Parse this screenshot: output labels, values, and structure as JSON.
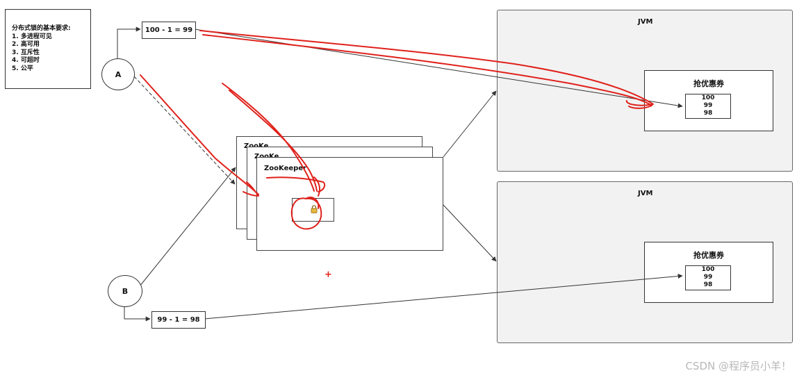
{
  "requirements": {
    "title": "分布式锁的基本要求:",
    "items": [
      "1. 多进程可见",
      "2. 高可用",
      "3. 互斥性",
      "4. 可超时",
      "5. 公平"
    ]
  },
  "clients": [
    {
      "label": "A",
      "calc": "100 - 1 = 99"
    },
    {
      "label": "B",
      "calc": "99 - 1 = 98"
    }
  ],
  "zookeeper": {
    "label": "ZooKeeper",
    "back_label_partial": "ZooKe"
  },
  "jvms": [
    {
      "label": "JVM",
      "service": "抢优惠券",
      "stock": [
        "100",
        "99",
        "98"
      ]
    },
    {
      "label": "JVM",
      "service": "抢优惠券",
      "stock": [
        "100",
        "99",
        "98"
      ]
    }
  ],
  "annotation_mark": "+",
  "watermark": "CSDN @程序员小羊！",
  "colors": {
    "annotation": "#e0201a",
    "jvm_bg": "#f2f2f2",
    "line": "#333333"
  },
  "icons": {
    "lock": "lock-icon"
  }
}
